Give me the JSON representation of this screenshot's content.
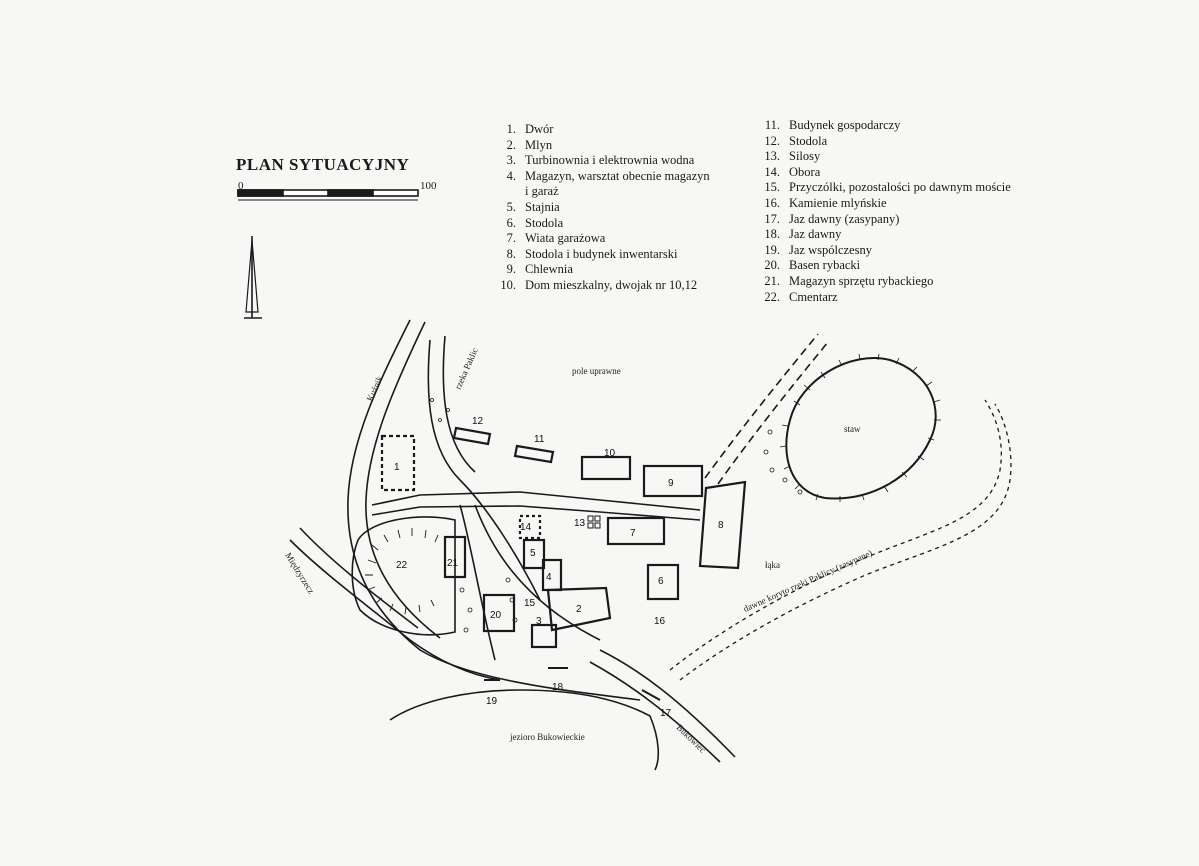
{
  "title": "PLAN SYTUACYJNY",
  "scale": {
    "start": "0",
    "end": "100"
  },
  "legend_left": [
    {
      "num": "1.",
      "label": "Dwór"
    },
    {
      "num": "2.",
      "label": "Mlyn"
    },
    {
      "num": "3.",
      "label": "Turbinownia i elektrownia wodna"
    },
    {
      "num": "4.",
      "label": "Magazyn, warsztat obecnie magazyn"
    },
    {
      "num": "",
      "label": "i garaż"
    },
    {
      "num": "5.",
      "label": "Stajnia"
    },
    {
      "num": "6.",
      "label": "Stodola"
    },
    {
      "num": "7.",
      "label": "Wiata garażowa"
    },
    {
      "num": "8.",
      "label": "Stodola i budynek inwentarski"
    },
    {
      "num": "9.",
      "label": "Chlewnia"
    },
    {
      "num": "10.",
      "label": "Dom mieszkalny, dwojak nr 10,12"
    }
  ],
  "legend_right": [
    {
      "num": "11.",
      "label": "Budynek gospodarczy"
    },
    {
      "num": "12.",
      "label": "Stodola"
    },
    {
      "num": "13.",
      "label": "Silosy"
    },
    {
      "num": "14.",
      "label": "Obora"
    },
    {
      "num": "15.",
      "label": "Przyczólki, pozostalości po dawnym moście"
    },
    {
      "num": "16.",
      "label": "Kamienie mlyńskie"
    },
    {
      "num": "17.",
      "label": "Jaz dawny (zasypany)"
    },
    {
      "num": "18.",
      "label": "Jaz dawny"
    },
    {
      "num": "19.",
      "label": "Jaz wspólczesny"
    },
    {
      "num": "20.",
      "label": "Basen rybacki"
    },
    {
      "num": "21.",
      "label": "Magazyn sprzętu rybackiego"
    },
    {
      "num": "22.",
      "label": "Cmentarz"
    }
  ],
  "map_labels": {
    "field": "pole uprawne",
    "pond": "staw",
    "meadow": "łąka",
    "lake": "jezioro Bukowieckie",
    "kusnik": "Kuźnik",
    "rzeka": "rzeka Paklic",
    "miedzyrzecz": "Międzyrzecz",
    "bukowiec": "Bukowiec",
    "old_river": "dawne koryto rzeki Paklicy (zasypane)"
  },
  "building_numbers": [
    "1",
    "2",
    "3",
    "4",
    "5",
    "6",
    "7",
    "8",
    "9",
    "10",
    "11",
    "12",
    "13",
    "14",
    "15",
    "16",
    "17",
    "18",
    "19",
    "20",
    "21",
    "22"
  ]
}
